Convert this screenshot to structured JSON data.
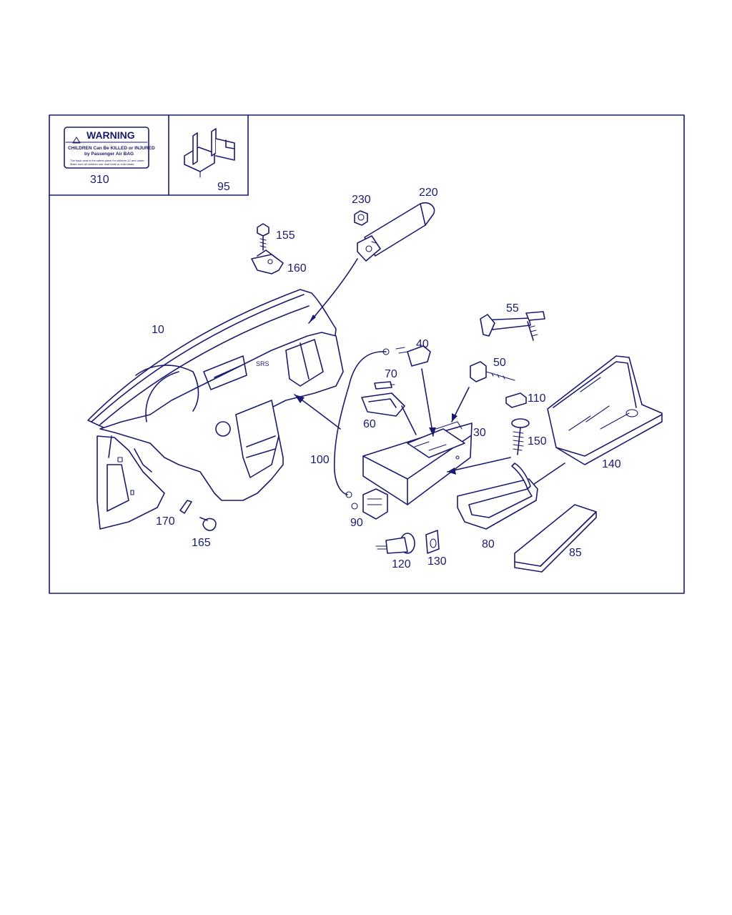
{
  "warning_label": {
    "title": "WARNING",
    "line1": "CHILDREN Can Be KILLED or INJURED",
    "line2": "by Passenger Air BAG",
    "fine_print_1": "The back seat is the safest place for children 12 and under.",
    "fine_print_2": "Make sure all children use seat belts or child seats."
  },
  "callouts": {
    "c310": "310",
    "c95": "95",
    "c230": "230",
    "c220": "220",
    "c155": "155",
    "c160": "160",
    "c10": "10",
    "c55": "55",
    "c40": "40",
    "c50": "50",
    "c70": "70",
    "c110": "110",
    "c60": "60",
    "c30": "30",
    "c150": "150",
    "c140": "140",
    "c100": "100",
    "c170": "170",
    "c165": "165",
    "c90": "90",
    "c80": "80",
    "c85": "85",
    "c120": "120",
    "c130": "130"
  },
  "colors": {
    "line": "#1a1a6e",
    "background": "#ffffff"
  }
}
